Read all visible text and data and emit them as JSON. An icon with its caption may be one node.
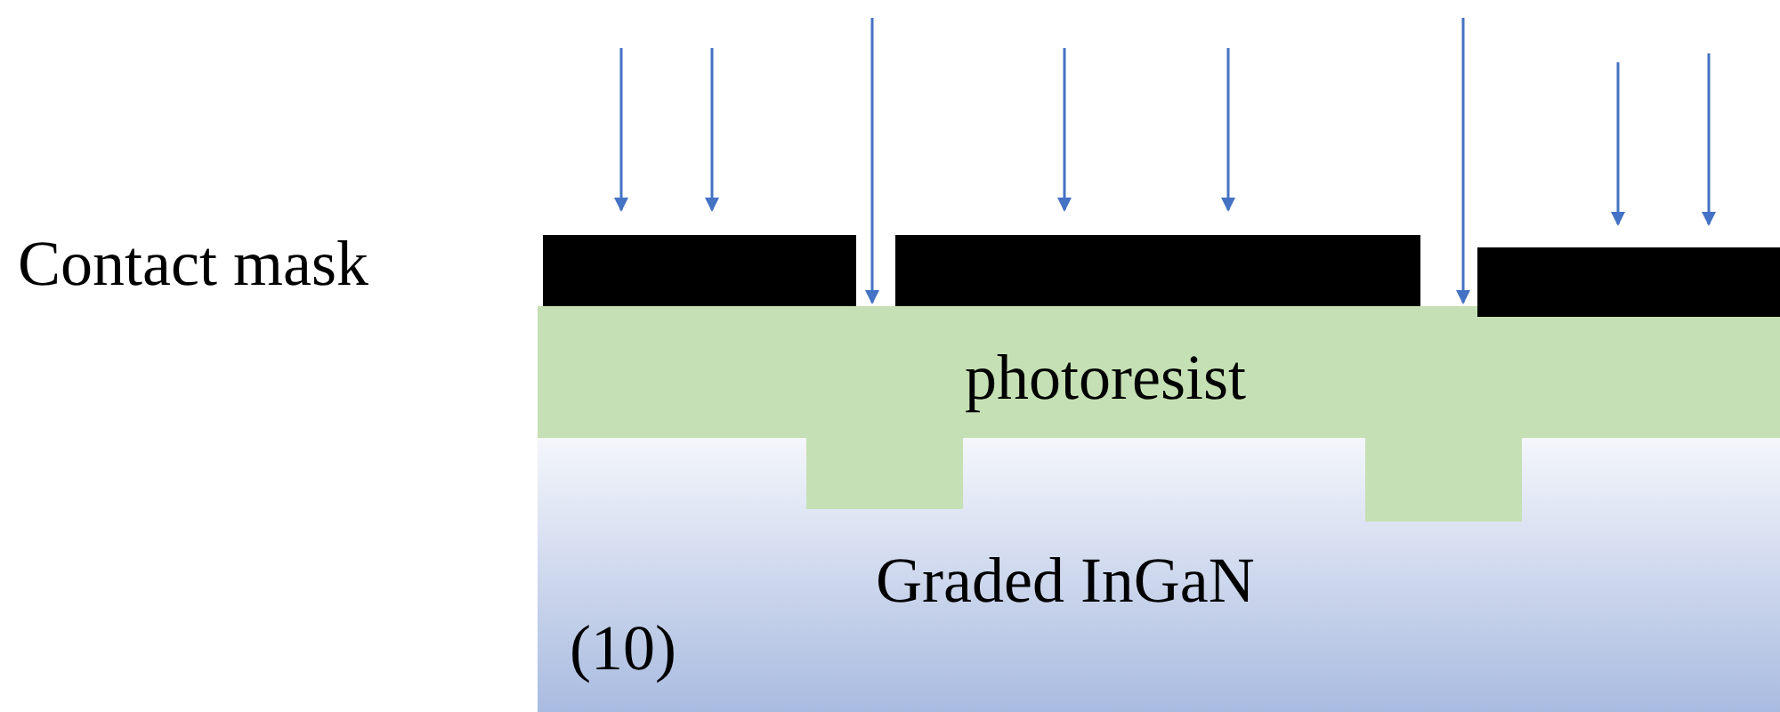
{
  "diagram": {
    "nodes": [
      {
        "text": [
          "photoresist"
        ]
      },
      {
        "text": [
          "Graded InGaN"
        ]
      }
    ],
    "labels": [
      "Contact mask",
      "(10)"
    ]
  }
}
